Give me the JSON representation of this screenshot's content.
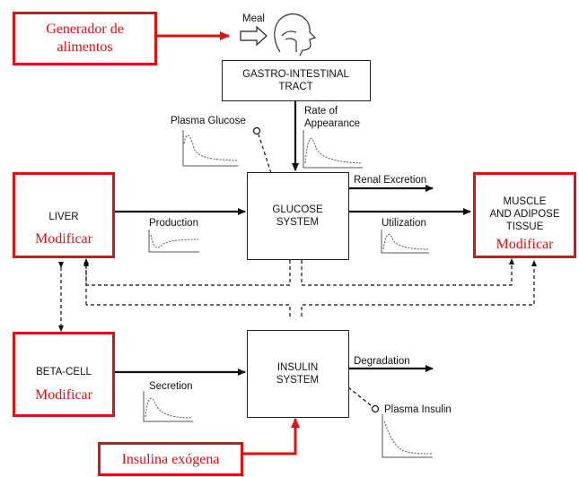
{
  "red_labels": {
    "food_generator": "Generador de\nalimentos",
    "liver_modify": "Modificar",
    "muscle_modify": "Modificar",
    "beta_modify": "Modificar",
    "exogenous_insulin": "Insulina exógena"
  },
  "nodes": {
    "meal": "Meal",
    "gastro": "GASTRO-INTESTINAL\nTRACT",
    "glucose": "GLUCOSE\nSYSTEM",
    "insulin": "INSULIN\nSYSTEM",
    "liver": "LIVER",
    "muscle": "MUSCLE\nAND ADIPOSE\nTISSUE",
    "beta": "BETA-CELL"
  },
  "edges": {
    "plasma_glucose": "Plasma Glucose",
    "rate_of_appearance": "Rate of\nAppearance",
    "renal_excretion": "Renal Excretion",
    "production": "Production",
    "utilization": "Utilization",
    "secretion": "Secretion",
    "degradation": "Degradation",
    "plasma_insulin": "Plasma Insulin"
  },
  "colors": {
    "accent_red": "#e01010",
    "line": "#111111"
  }
}
